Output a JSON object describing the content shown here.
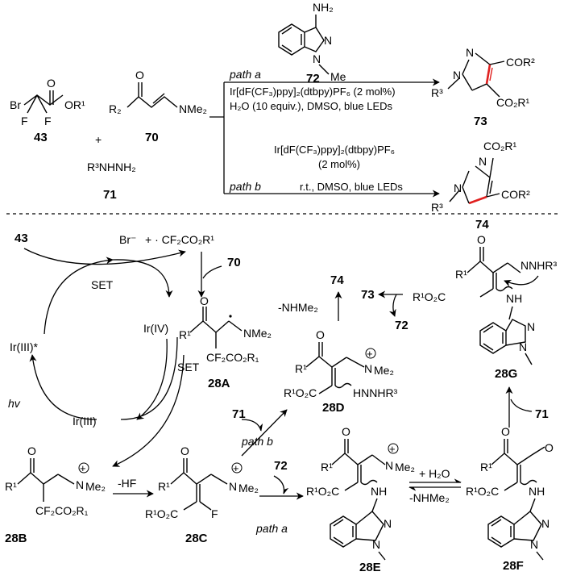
{
  "colors": {
    "ink": "#000000",
    "highlight": "#e0201f",
    "background": "#ffffff"
  },
  "top": {
    "c43": {
      "label": "43",
      "r1": "OR1"
    },
    "c70": {
      "label": "70",
      "amine": "NMe2",
      "r2": "R2"
    },
    "c71": {
      "label": "71",
      "formula": "R³NHNH₂"
    },
    "plus": "+",
    "c72": {
      "label": "72",
      "nh2": "NH2",
      "me": "Me"
    },
    "path_a": {
      "name": "path a",
      "cat": "Ir[dF(CF₃)ppy]₂(dtbpy)PF₆ (2 mol%)",
      "cond": "H₂O (10 equiv.), DMSO, blue LEDs"
    },
    "path_b": {
      "name": "path b",
      "cat": "Ir[dF(CF₃)ppy]₂(dtbpy)PF₆",
      "loading": "(2 mol%)",
      "cond": "r.t., DMSO, blue LEDs"
    },
    "p73": {
      "label": "73",
      "cor": "COR²",
      "co2r": "CO₂R¹",
      "r3": "R³"
    },
    "p74": {
      "label": "74",
      "co2r": "CO₂R¹",
      "cor": "COR²",
      "r3": "R³"
    }
  },
  "mech": {
    "start": "43",
    "br": "Br⁻",
    "radical": "+ · CF₂CO₂R¹",
    "add70": "70",
    "set1": "SET",
    "set2": "SET",
    "ir_star": "Ir(III)*",
    "ir_iv": "Ir(IV)",
    "ir_iii": "Ir(III)",
    "hv": "hv",
    "i28A": "28A",
    "i28B": "28B",
    "i28C": "28C",
    "i28D": "28D",
    "i28E": "28E",
    "i28F": "28F",
    "i28G": "28G",
    "minus_hf": "-HF",
    "add71_b": "71",
    "path_b": "path b",
    "path_a": "path a",
    "add72": "72",
    "add_h2o": "+ H₂O",
    "minus_nhme2": "-NHMe₂",
    "minus_nhme2_top": "-NHMe₂",
    "prod74": "74",
    "prod73": "73",
    "loss72": "72",
    "add71_g": "71",
    "t_28A_nme2": "NMe₂",
    "t_28A_cf2": "CF₂CO₂R₁",
    "t_R1": "R¹",
    "t_28B_nme2": "N",
    "t_me2": "Me₂",
    "t_28B_cf2": "CF₂CO₂R₁",
    "t_F": "F",
    "t_R1O2C": "R¹O₂C",
    "t_NH": "NH",
    "t_N": "N",
    "t_HNNHR3": "HNNHR³",
    "t_NNHR3": "NNHR³",
    "t_O": "O"
  }
}
